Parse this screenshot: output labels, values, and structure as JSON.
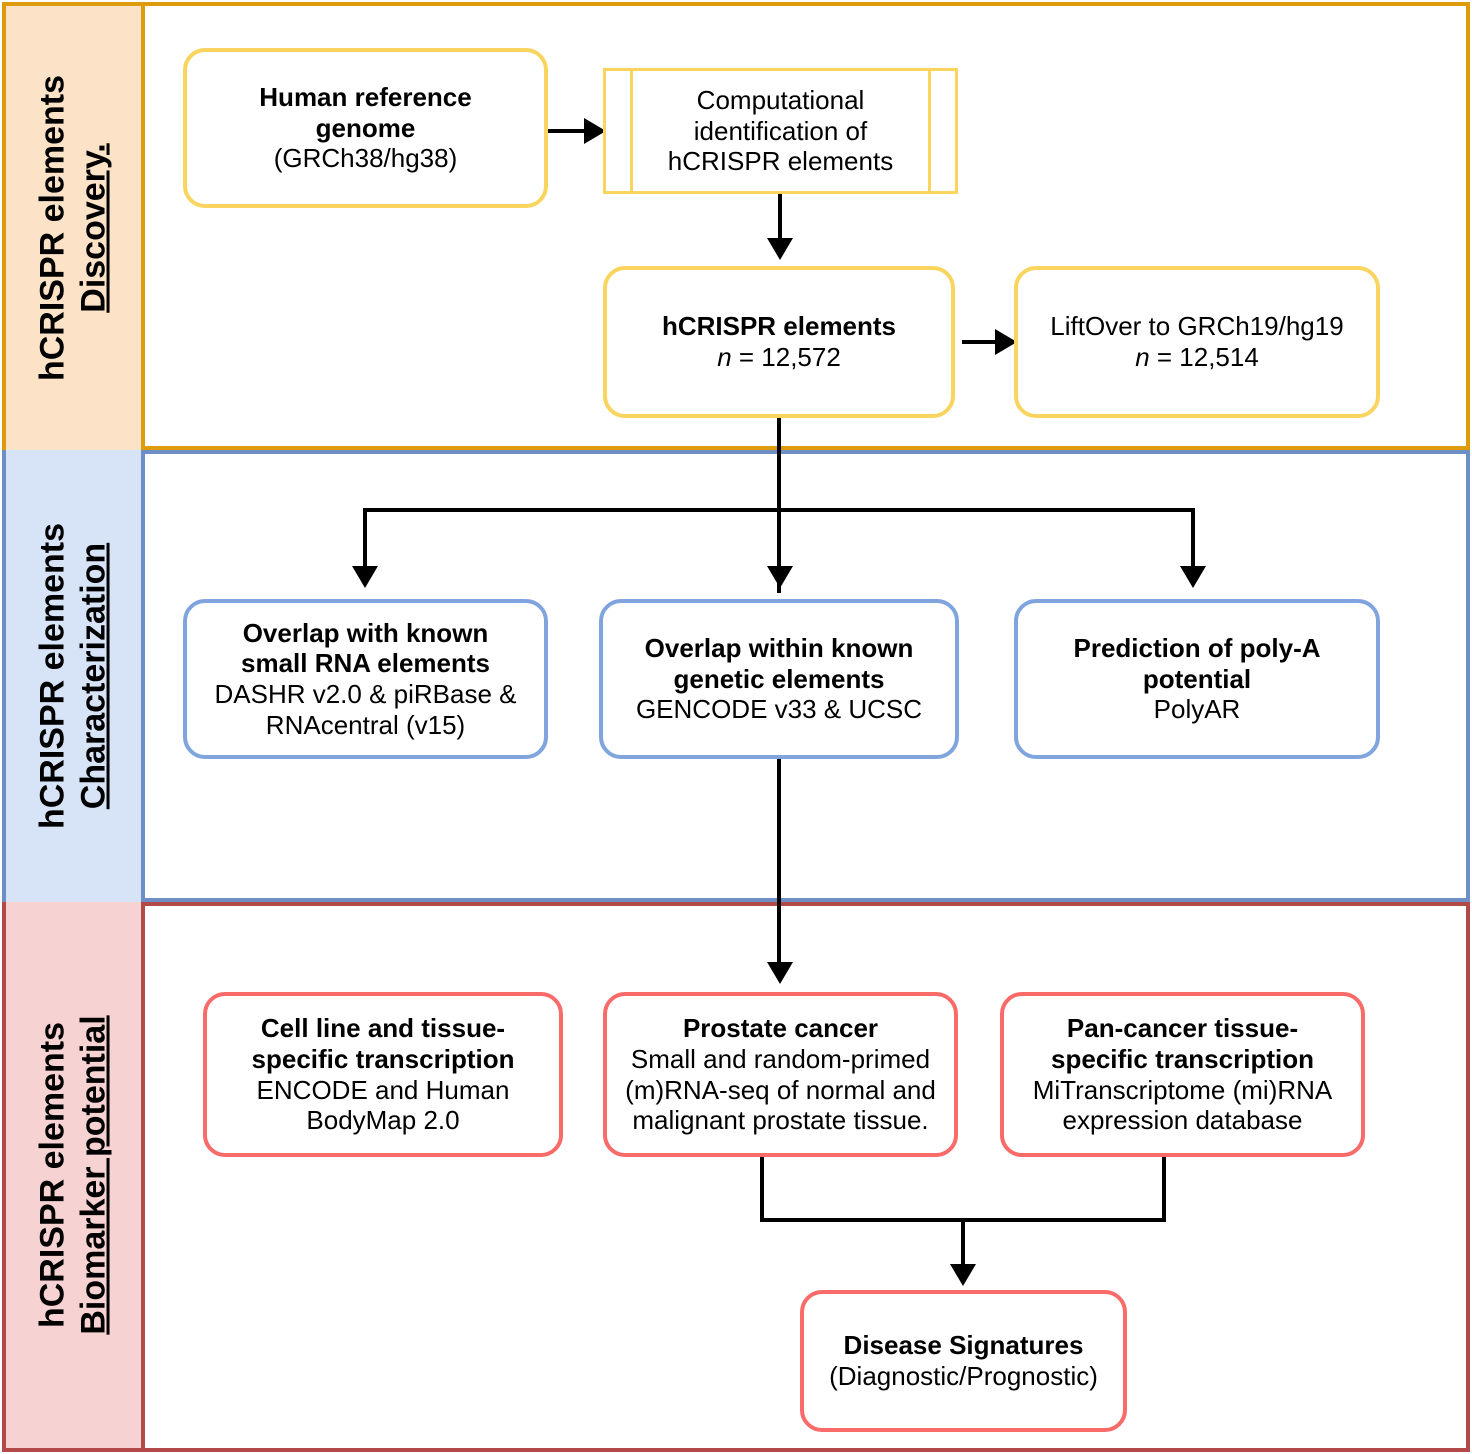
{
  "sections": [
    {
      "id": "discovery",
      "title": "hCRISPR elements",
      "subtitle": "Discovery.",
      "band_color": "#DE9B0C",
      "fill_color": "#FCE2C6",
      "node_border": "#F9D45E"
    },
    {
      "id": "characterization",
      "title": "hCRISPR elements",
      "subtitle": "Characterization",
      "band_color": "#6E8EC6",
      "fill_color": "#D7E3F6",
      "node_border": "#7FA4DE"
    },
    {
      "id": "biomarker",
      "title": "hCRISPR elements",
      "subtitle": "Biomarker potential",
      "band_color": "#B34A4A",
      "fill_color": "#F6D2D2",
      "node_border": "#F96B69"
    }
  ],
  "nodes": {
    "human_reference_genome": {
      "line1": "Human reference",
      "line2": "genome",
      "line3": "(GRCh38/hg38)"
    },
    "computational_identification": {
      "line1": "Computational",
      "line2": "identification of",
      "line3": "hCRISPR elements"
    },
    "hcrispr_elements": {
      "line1": "hCRISPR elements",
      "line2_prefix": "n",
      "line2_rest": " = 12,572",
      "count": "12,572"
    },
    "liftover": {
      "line1": "LiftOver to GRCh19/hg19",
      "line2_prefix": "n",
      "line2_rest": " = 12,514",
      "count": "12,514"
    },
    "overlap_small_rna": {
      "line1": "Overlap with known",
      "line2": "small RNA elements",
      "line3": "DASHR v2.0 & piRBase &",
      "line4": "RNAcentral (v15)"
    },
    "overlap_genetic": {
      "line1": "Overlap within known",
      "line2": "genetic elements",
      "line3": "GENCODE v33 & UCSC"
    },
    "polya_prediction": {
      "line1": "Prediction of poly-A",
      "line2": "potential",
      "line3": "PolyAR"
    },
    "cell_line_tissue": {
      "line1": "Cell line and tissue-",
      "line2": "specific transcription",
      "line3": "ENCODE and Human",
      "line4": "BodyMap 2.0"
    },
    "prostate_cancer": {
      "line1": "Prostate cancer",
      "line2": "Small and random-primed",
      "line3": "(m)RNA-seq of normal and",
      "line4": "malignant prostate tissue."
    },
    "pan_cancer": {
      "line1": "Pan-cancer tissue-",
      "line2": "specific transcription",
      "line3": "MiTranscriptome (mi)RNA",
      "line4": "expression database"
    },
    "disease_signatures": {
      "line1": "Disease Signatures",
      "line2": "(Diagnostic/Prognostic)"
    }
  }
}
